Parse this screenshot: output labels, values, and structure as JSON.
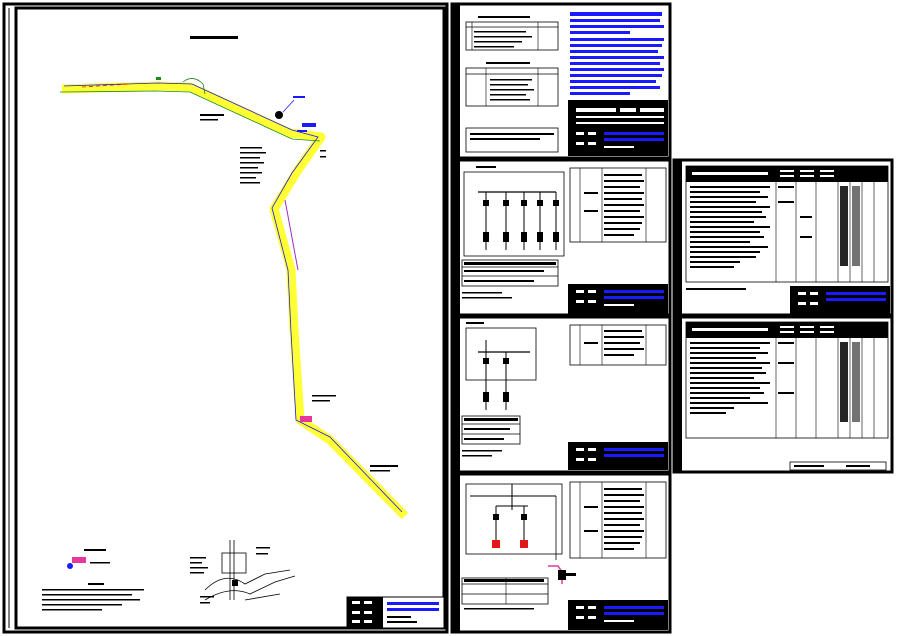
{
  "app": {
    "title": ""
  },
  "colors": {
    "background": "#ffffff",
    "frame": "#000000",
    "route_highlight": "#ffff33",
    "route_line": "#1a1aff",
    "annotation_blue": "#1a1aff",
    "green_line": "#1d8a1d",
    "magenta": "#e6399b",
    "red_block": "#e01818"
  },
  "icons": {
    "legend_symbol": "magenta-cable-marker-icon",
    "red_equipment": "red-equipment-block-icon"
  },
  "sheets": [
    {
      "id": "route-plan",
      "kind": "site-route-plan"
    },
    {
      "id": "notes-sheet",
      "kind": "tables-and-notes"
    },
    {
      "id": "single-line-1",
      "kind": "single-line-diagram"
    },
    {
      "id": "single-line-2",
      "kind": "single-line-diagram"
    },
    {
      "id": "single-line-3",
      "kind": "single-line-diagram"
    },
    {
      "id": "schedule-1",
      "kind": "cable-schedule"
    },
    {
      "id": "schedule-2",
      "kind": "cable-schedule"
    }
  ]
}
